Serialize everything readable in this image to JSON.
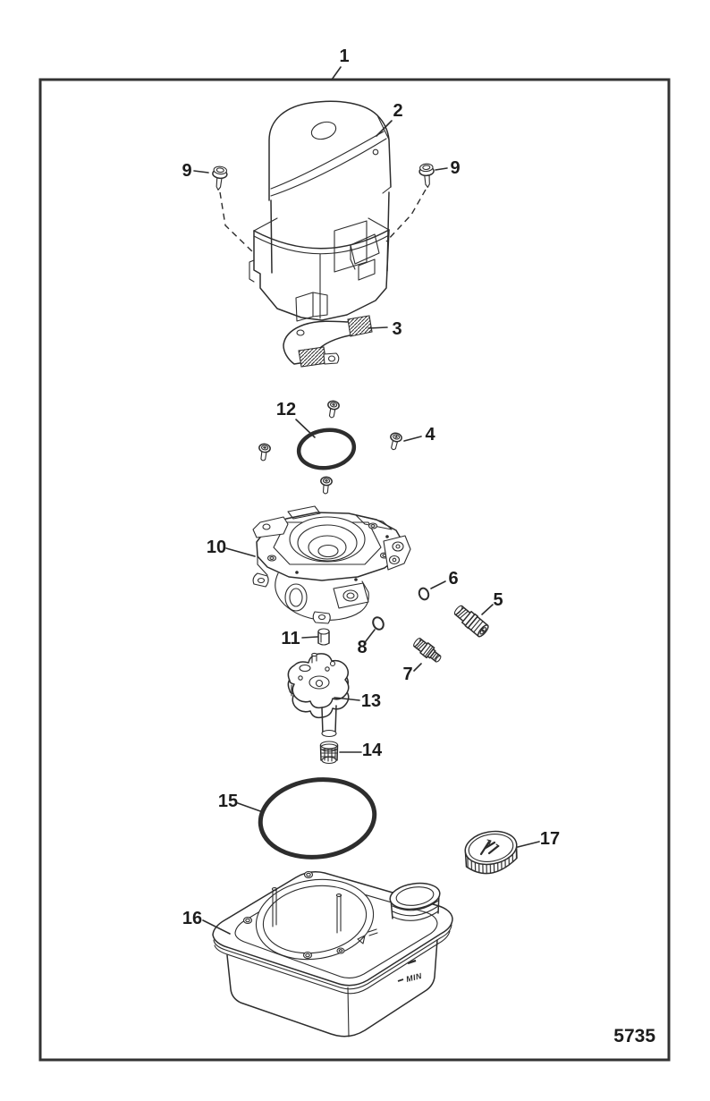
{
  "figure": {
    "drawing_number": "5735"
  },
  "callouts": {
    "c1": {
      "label": "1"
    },
    "c2": {
      "label": "2"
    },
    "c3": {
      "label": "3"
    },
    "c4": {
      "label": "4"
    },
    "c5": {
      "label": "5"
    },
    "c6": {
      "label": "6"
    },
    "c7": {
      "label": "7"
    },
    "c8": {
      "label": "8"
    },
    "c9": {
      "label": "9"
    },
    "c10": {
      "label": "10"
    },
    "c11": {
      "label": "11"
    },
    "c12": {
      "label": "12"
    },
    "c13": {
      "label": "13"
    },
    "c14": {
      "label": "14"
    },
    "c15": {
      "label": "15"
    },
    "c16": {
      "label": "16"
    },
    "c17": {
      "label": "17"
    }
  },
  "reservoir_markings": {
    "min_label": "MIN"
  },
  "colors": {
    "line": "#2d2d2d",
    "text": "#1c1c1c",
    "background": "#ffffff"
  }
}
